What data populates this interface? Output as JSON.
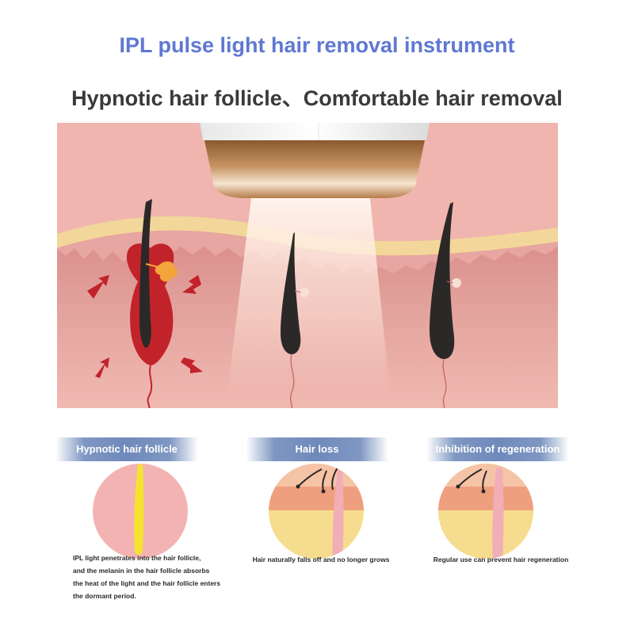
{
  "title": "IPL pulse light hair removal instrument",
  "subtitle": "Hypnotic hair follicle、Comfortable hair removal",
  "colors": {
    "title": "#5f78d2",
    "skin": "#f0b7b0",
    "epidermis": "#f3d79a",
    "follicle_red": "#c2232a",
    "hair": "#2d2a2a",
    "header_blue": "#6f89bb"
  },
  "panels": [
    {
      "header": "Hypnotic hair follicle",
      "caption_lines": [
        "IPL light penetrates into the hair follicle,",
        "and the melanin in the hair follicle absorbs",
        "the heat of the light and the hair follicle enters",
        "the dormant period."
      ]
    },
    {
      "header": "Hair loss",
      "caption_lines": [
        "Hair naturally falls off and no longer grows"
      ]
    },
    {
      "header": "Inhibition of regeneration",
      "caption_lines": [
        "Regular use can prevent hair regeneration"
      ]
    }
  ]
}
